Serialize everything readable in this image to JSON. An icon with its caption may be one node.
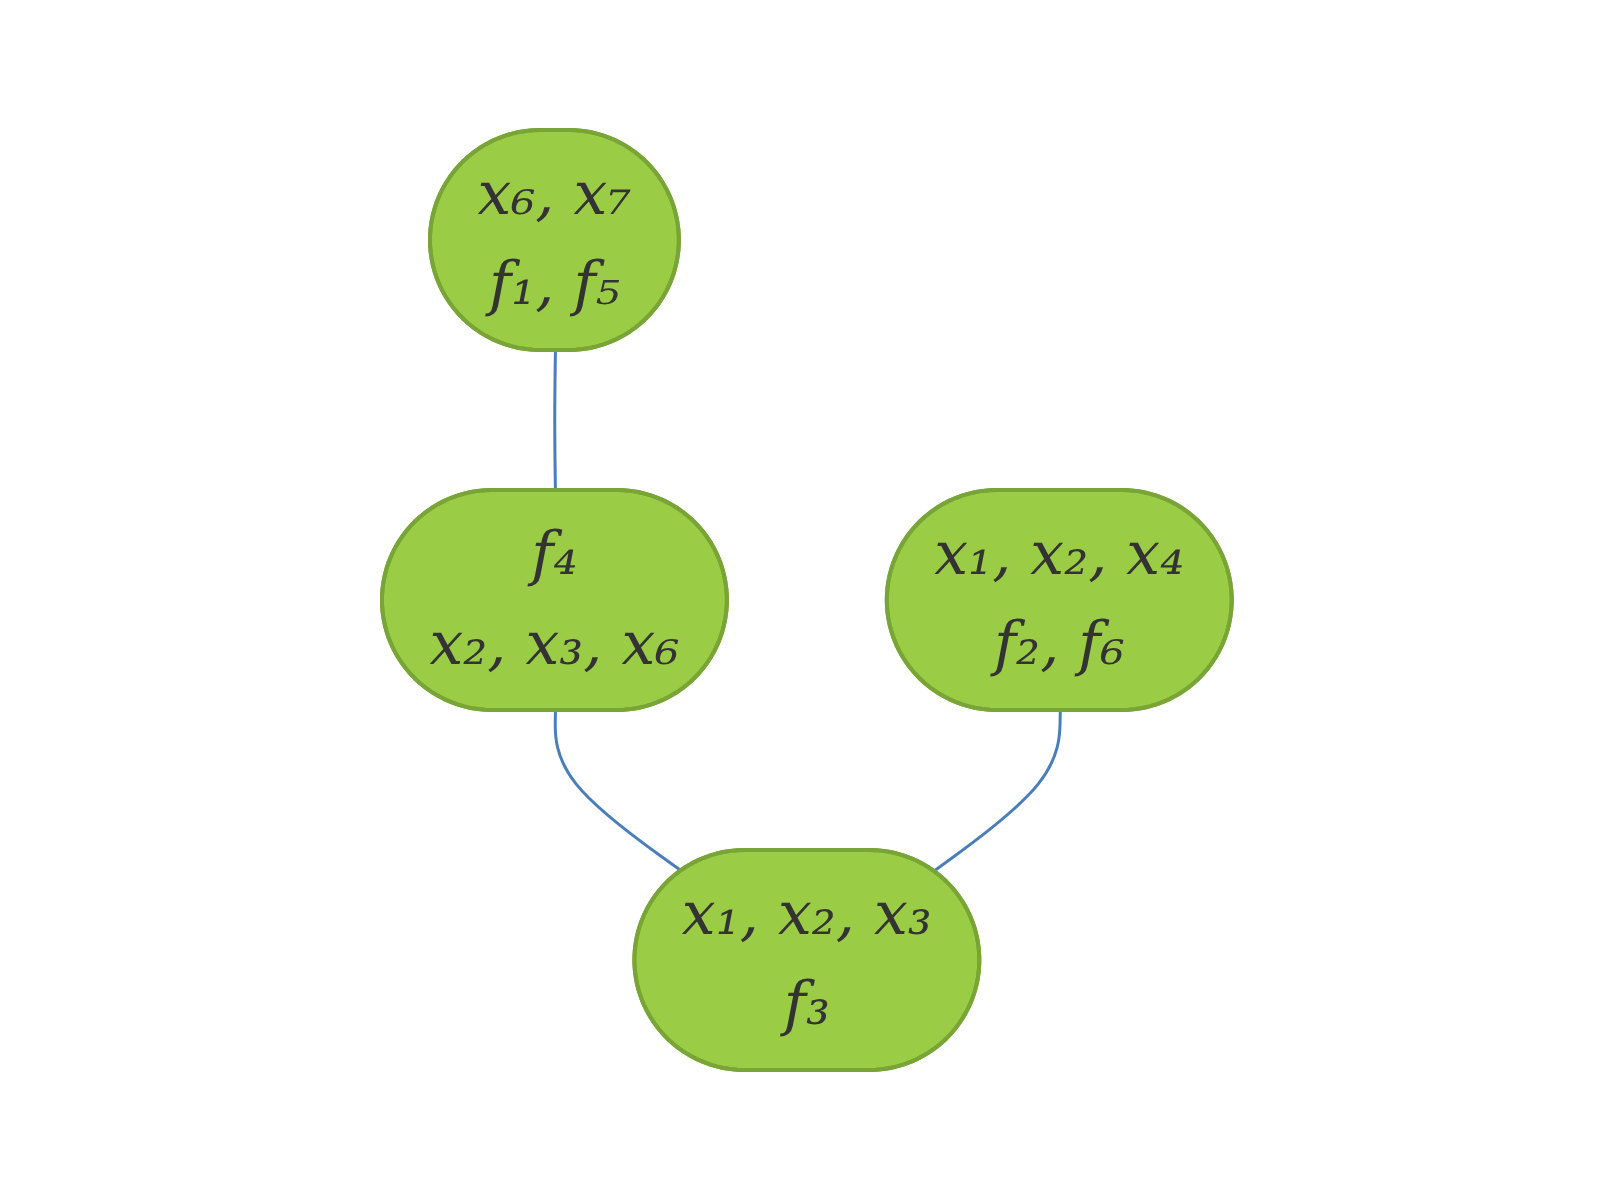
{
  "diagram": {
    "nodes": [
      {
        "text": [
          "x₆, x₇",
          "f₁, f₅"
        ]
      },
      {
        "text": [
          "f₄",
          "x₂, x₃, x₆"
        ]
      },
      {
        "text": [
          "x₁, x₂, x₄",
          "f₂, f₆"
        ]
      },
      {
        "text": [
          "x₁, x₂, x₃",
          "f₃"
        ]
      }
    ],
    "edges": [
      {
        "from": 0,
        "to": 1,
        "arrow": "none"
      },
      {
        "from": 1,
        "to": 3,
        "arrow": "none"
      },
      {
        "from": 2,
        "to": 3,
        "arrow": "none"
      }
    ]
  }
}
